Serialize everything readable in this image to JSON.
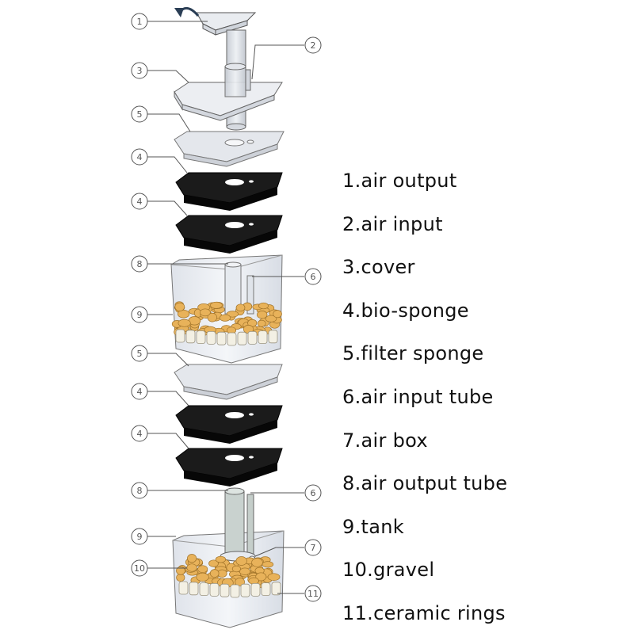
{
  "legend": [
    "1.air output",
    "2.air input",
    "3.cover",
    "4.bio-sponge",
    "5.filter sponge",
    "6.air input tube",
    "7.air box",
    "8.air output tube",
    "9.tank",
    "10.gravel",
    "11.ceramic rings"
  ],
  "callouts": {
    "n1": "1",
    "n2": "2",
    "n3": "3",
    "n4": "4",
    "n5": "5",
    "n6": "6",
    "n7": "7",
    "n8": "8",
    "n9": "9",
    "n10": "10",
    "n11": "11"
  },
  "colors": {
    "line": "#555555",
    "light_part": "#e8ebf0",
    "dark_sponge": "#111111",
    "gravel": "#e8b25a",
    "ceramic": "#f3f0e4",
    "arrow": "#2a3e55"
  }
}
